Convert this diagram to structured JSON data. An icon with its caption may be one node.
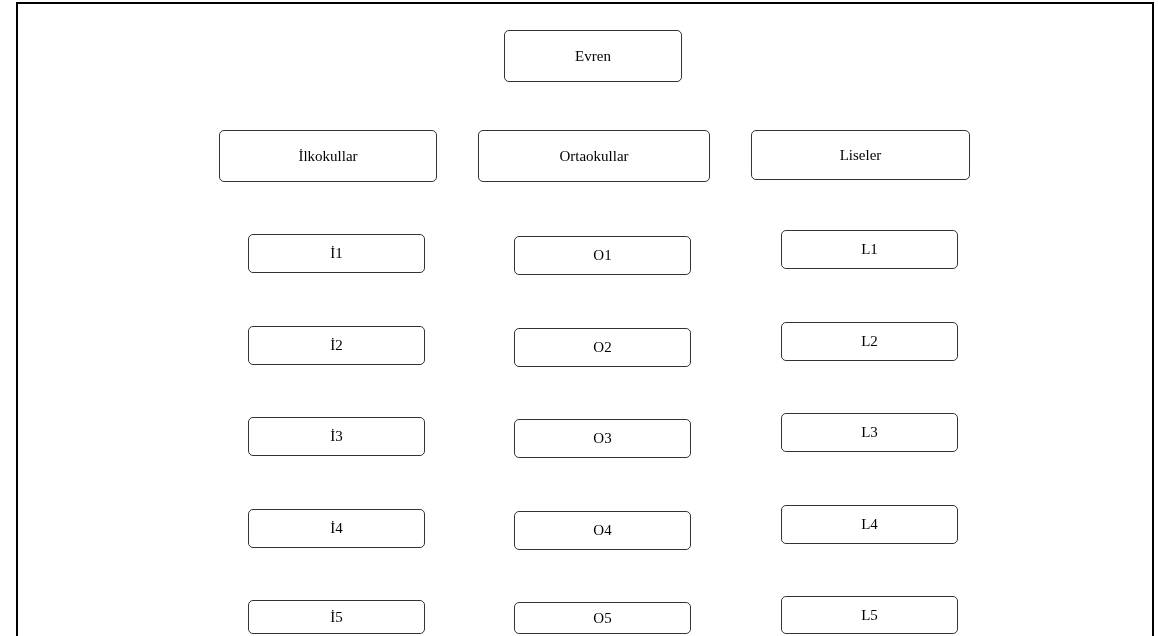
{
  "diagram": {
    "nodes": [
      {
        "text": [
          "Evren"
        ]
      },
      {
        "text": [
          "İlkokullar"
        ]
      },
      {
        "text": [
          "Ortaokullar"
        ]
      },
      {
        "text": [
          "Liseler"
        ]
      },
      {
        "text": [
          "İ1"
        ]
      },
      {
        "text": [
          "O1"
        ]
      },
      {
        "text": [
          "L1"
        ]
      },
      {
        "text": [
          "İ2"
        ]
      },
      {
        "text": [
          "O2"
        ]
      },
      {
        "text": [
          "L2"
        ]
      },
      {
        "text": [
          "İ3"
        ]
      },
      {
        "text": [
          "O3"
        ]
      },
      {
        "text": [
          "L3"
        ]
      },
      {
        "text": [
          "İ4"
        ]
      },
      {
        "text": [
          "O4"
        ]
      },
      {
        "text": [
          "L4"
        ]
      },
      {
        "text": [
          "İ5"
        ]
      },
      {
        "text": [
          "O5"
        ]
      },
      {
        "text": [
          "L5"
        ]
      }
    ]
  }
}
